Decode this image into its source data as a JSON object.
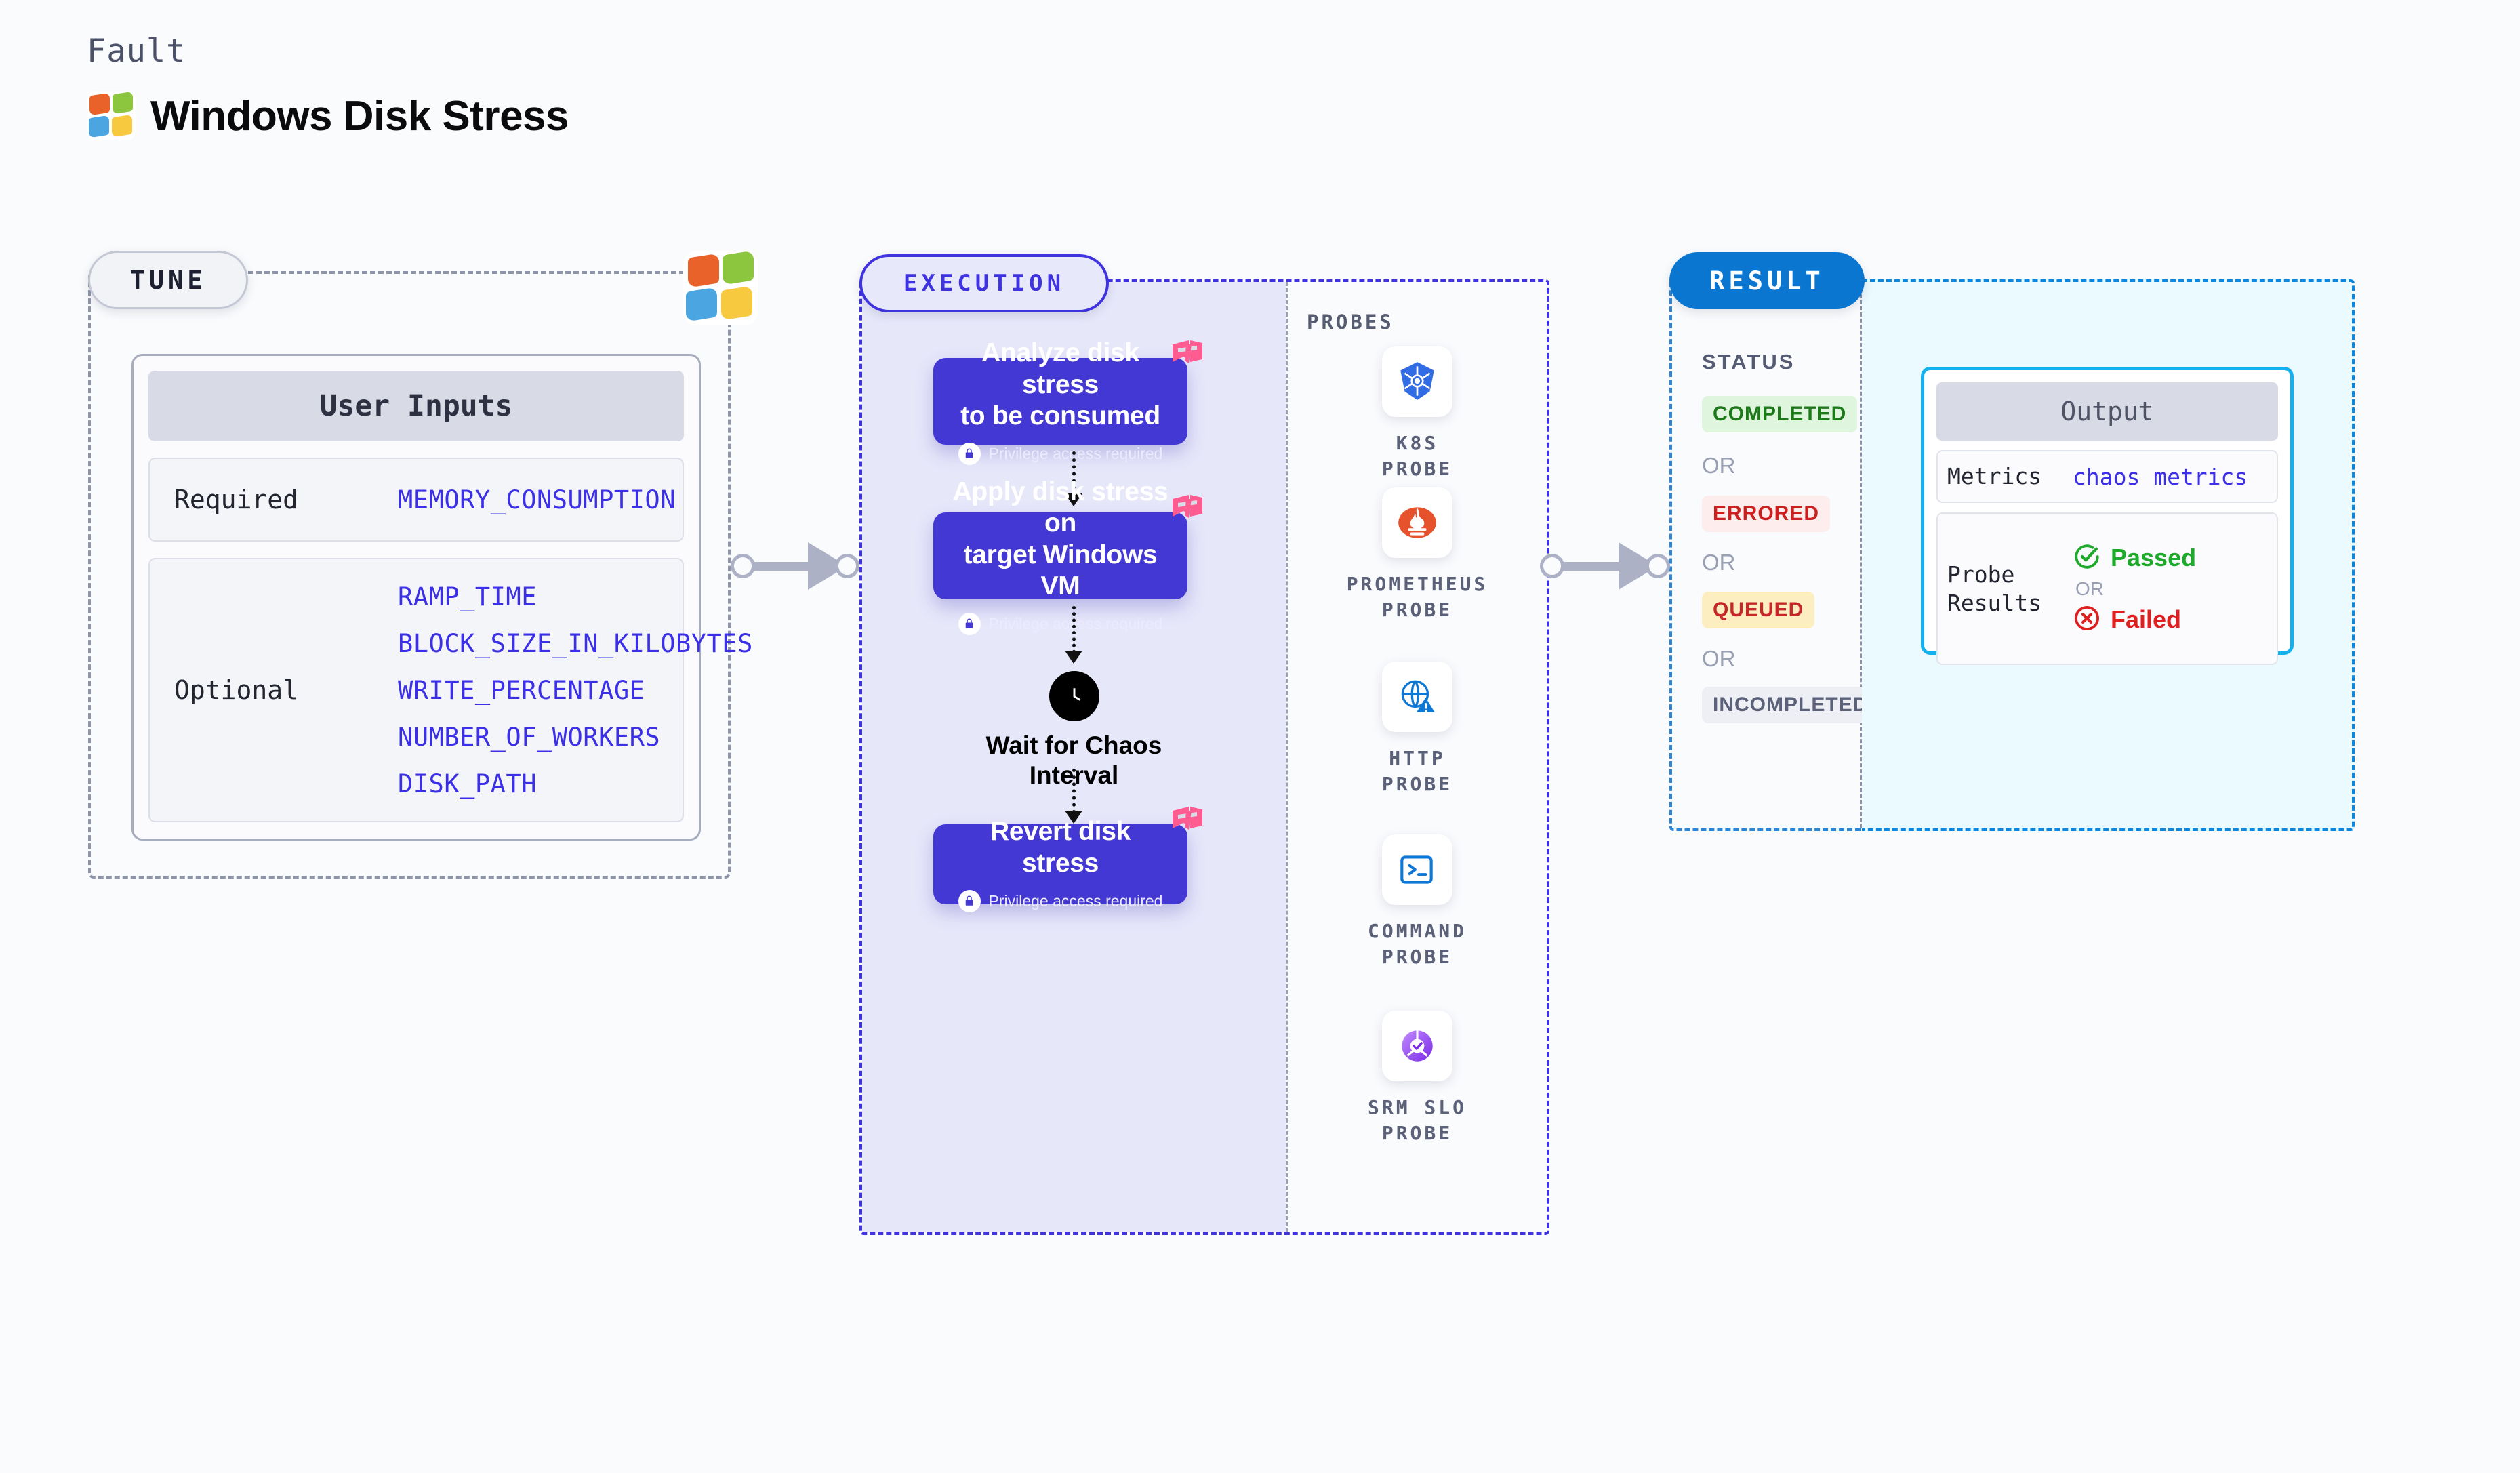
{
  "header": {
    "kicker": "Fault",
    "title": "Windows Disk Stress",
    "logo_icon": "windows-logo-icon"
  },
  "tune": {
    "badge": "TUNE",
    "windows_icon": "windows-logo-icon",
    "card": {
      "header": "User Inputs",
      "groups": [
        {
          "label": "Required",
          "values": [
            "MEMORY_CONSUMPTION"
          ]
        },
        {
          "label": "Optional",
          "values": [
            "RAMP_TIME",
            "BLOCK_SIZE_IN_KILOBYTES",
            "WRITE_PERCENTAGE",
            "NUMBER_OF_WORKERS",
            "DISK_PATH"
          ]
        }
      ]
    }
  },
  "execution": {
    "badge": "EXECUTION",
    "privilege_text": "Privilege access required",
    "steps": [
      {
        "title": "Analyze disk stress\nto be consumed",
        "privilege": true,
        "icon": "harness-logo-icon"
      },
      {
        "title": "Apply disk stress on\ntarget Windows VM",
        "privilege": true,
        "icon": "harness-logo-icon"
      },
      {
        "title": "Revert disk stress",
        "privilege": true,
        "icon": "harness-logo-icon"
      }
    ],
    "wait": {
      "icon": "clock-icon",
      "label": "Wait for Chaos\nInterval"
    },
    "probes": {
      "title": "PROBES",
      "items": [
        {
          "name": "K8S\nPROBE",
          "icon": "kubernetes-icon"
        },
        {
          "name": "PROMETHEUS\nPROBE",
          "icon": "prometheus-icon"
        },
        {
          "name": "HTTP\nPROBE",
          "icon": "http-globe-icon"
        },
        {
          "name": "COMMAND\nPROBE",
          "icon": "terminal-icon"
        },
        {
          "name": "SRM SLO\nPROBE",
          "icon": "srm-slo-icon"
        }
      ]
    }
  },
  "result": {
    "badge": "RESULT",
    "status_title": "STATUS",
    "or_label": "OR",
    "statuses": [
      {
        "label": "COMPLETED",
        "bg": "#dff5de",
        "fg": "#1d7a19"
      },
      {
        "label": "ERRORED",
        "bg": "#fdeded",
        "fg": "#cc2020"
      },
      {
        "label": "QUEUED",
        "bg": "#fdedbe",
        "fg": "#c62828"
      },
      {
        "label": "INCOMPLETED",
        "bg": "#eeeff5",
        "fg": "#5b6178"
      }
    ],
    "output": {
      "header": "Output",
      "metrics_label": "Metrics",
      "metrics_value": "chaos metrics",
      "probe_results_label": "Probe\nResults",
      "passed": {
        "label": "Passed",
        "color": "#1eaa2a",
        "icon": "check-circle-icon"
      },
      "or_label": "OR",
      "failed": {
        "label": "Failed",
        "color": "#e02020",
        "icon": "x-circle-icon"
      }
    }
  },
  "colors": {
    "page_bg": "#fafbfd",
    "tune_dash": "#8e95a8",
    "execution_accent": "#3f33e0",
    "execution_panel": "#e7e7fa",
    "step_card": "#4438d4",
    "result_accent": "#0b76d0",
    "result_panel": "#ebfaff",
    "output_border": "#13b2ef",
    "value_text": "#3b30e8",
    "connector": "#adb1c6"
  }
}
